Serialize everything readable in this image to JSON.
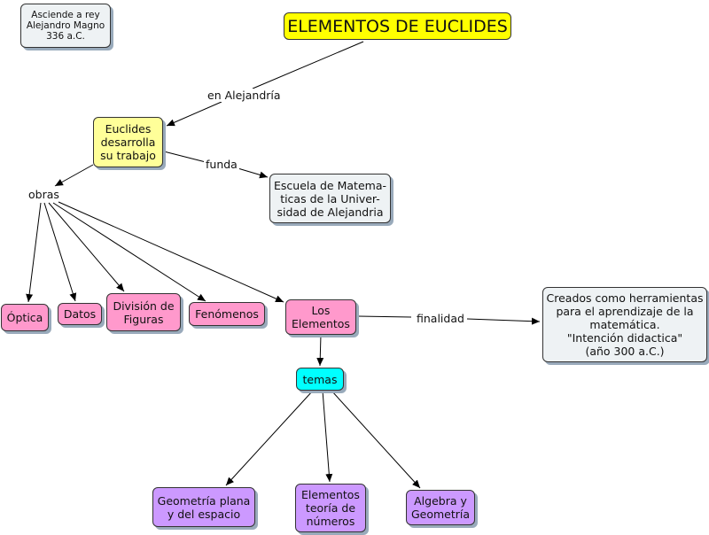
{
  "nodes": {
    "title": "ELEMENTOS DE EUCLIDES",
    "note": "Asciende a rey\nAlejandro Magno\n336 a.C.",
    "euclides": "Euclides\ndesarrolla\nsu trabajo",
    "escuela": "Escuela de Matema-\nticas de la Univer-\nsidad de Alejandria",
    "optica": "Óptica",
    "datos": "Datos",
    "division": "División de\nFiguras",
    "fenomenos": "Fenómenos",
    "los_elementos": "Los\nElementos",
    "creados": "Creados como herramientas\npara el aprendizaje de la\nmatemática.\n\"Intención didactica\"\n(año 300 a.C.)",
    "temas": "temas",
    "geometria": "Geometría plana\ny del espacio",
    "teoria": "Elementos\nteoría de\nnúmeros",
    "algebra": "Algebra y\nGeometría"
  },
  "labels": {
    "alejandria": "en Alejandría",
    "funda": "funda",
    "obras": "obras",
    "finalidad": "finalidad"
  },
  "colors": {
    "title": "#ffff00",
    "euclides": "#ffff99",
    "works": "#ff99cc",
    "topics": "#cc99ff",
    "temas": "#00ffff",
    "info": "#eef2f4"
  }
}
